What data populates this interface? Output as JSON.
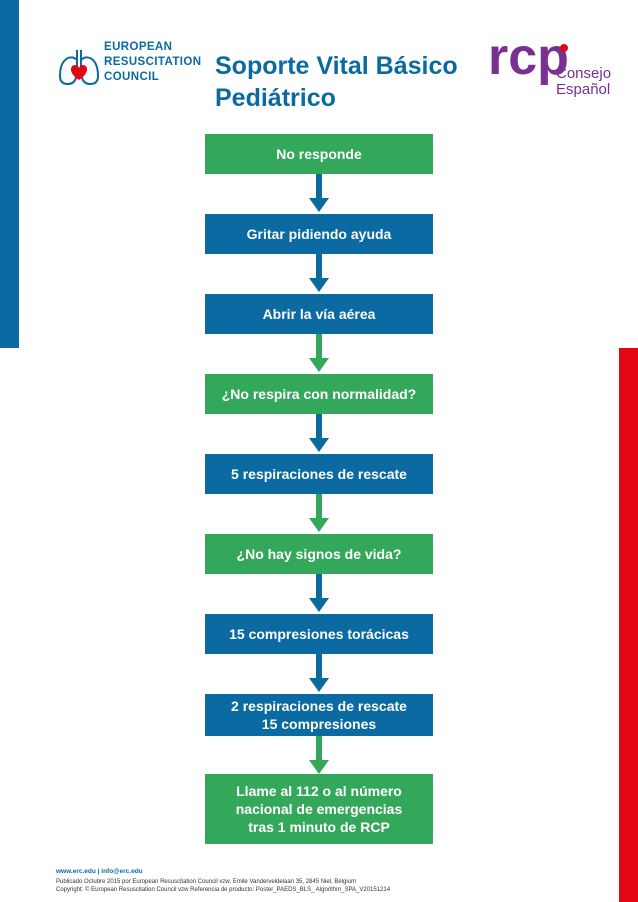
{
  "colors": {
    "brand_blue": "#0a6aa1",
    "green": "#34a85a",
    "red": "#e30613",
    "purple": "#7a3092"
  },
  "erc": {
    "line1": "EUROPEAN",
    "line2": "RESUSCITATION",
    "line3": "COUNCIL",
    "icon": "lungs-heart-icon"
  },
  "title": {
    "line1": "Soporte Vital Básico",
    "line2": "Pediátrico"
  },
  "rcp": {
    "logo_text": "rcp",
    "line1": "Consejo",
    "line2": "Español"
  },
  "steps": [
    {
      "lines": [
        "No responde"
      ],
      "color": "green"
    },
    {
      "lines": [
        "Gritar pidiendo ayuda"
      ],
      "color": "blue"
    },
    {
      "lines": [
        "Abrir la vía aérea"
      ],
      "color": "blue"
    },
    {
      "lines": [
        "¿No respira con normalidad?"
      ],
      "color": "green"
    },
    {
      "lines": [
        "5 respiraciones de rescate"
      ],
      "color": "blue"
    },
    {
      "lines": [
        "¿No hay signos de vida?"
      ],
      "color": "green"
    },
    {
      "lines": [
        "15 compresiones torácicas"
      ],
      "color": "blue"
    },
    {
      "lines": [
        "2 respiraciones de rescate",
        "15 compresiones"
      ],
      "color": "blue"
    },
    {
      "lines": [
        "Llame al 112 o al número",
        "nacional de emergencias",
        "tras 1 minuto de RCP"
      ],
      "color": "green"
    }
  ],
  "footer": {
    "links": "www.erc.edu | info@erc.edu",
    "published": "Publicado Octubre 2015 por European Resuscitation Council vzw, Emile Vanderveldelaan 35, 2845 Niel, Belgium",
    "copyright": "Copyright: © European Resuscitation Council vzw   Referencia de producto: Poster_PAEDS_BLS_ Algorithm_SPA_V20151214"
  }
}
